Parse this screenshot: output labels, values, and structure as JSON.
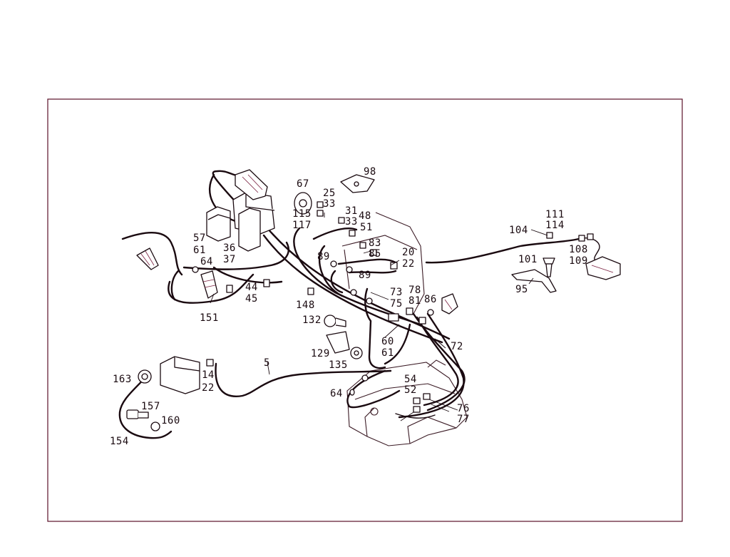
{
  "labels": {
    "l98": "98",
    "l67": "67",
    "l25": "25",
    "l33a": "33",
    "l115": "115",
    "l117": "117",
    "l31": "31",
    "l48": "48",
    "l33b": "33",
    "l51": "51",
    "l83": "83",
    "l85": "85",
    "l20": "20",
    "l22a": "22",
    "l89a": "89",
    "l89b": "89",
    "l73": "73",
    "l75": "75",
    "l78": "78",
    "l81": "81",
    "l86": "86",
    "l57": "57",
    "l61a": "61",
    "l64a": "64",
    "l36": "36",
    "l37": "37",
    "l44": "44",
    "l45": "45",
    "l151": "151",
    "l148": "148",
    "l132": "132",
    "l60": "60",
    "l61b": "61",
    "l72": "72",
    "l129": "129",
    "l135": "135",
    "l5": "5",
    "l14": "14",
    "l22b": "22",
    "l163": "163",
    "l157": "157",
    "l160": "160",
    "l154": "154",
    "l64b": "64",
    "l54": "54",
    "l52": "52",
    "l76": "76",
    "l77": "77",
    "l104": "104",
    "l111": "111",
    "l114": "114",
    "l108": "108",
    "l109": "109",
    "l101": "101",
    "l95": "95"
  }
}
